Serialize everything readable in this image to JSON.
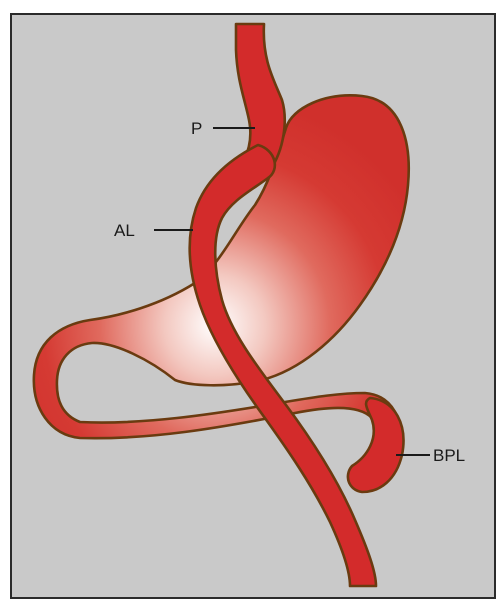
{
  "diagram": {
    "labels": {
      "pouch": "P",
      "alimentary_limb": "AL",
      "biliopancreatic_limb": "BPL"
    },
    "colors": {
      "background": "#c9c9c9",
      "frame_border": "#2b2b2b",
      "tissue_red": "#d32b2b",
      "tissue_outline": "#6a3b10",
      "highlight": "#ffffff"
    }
  }
}
